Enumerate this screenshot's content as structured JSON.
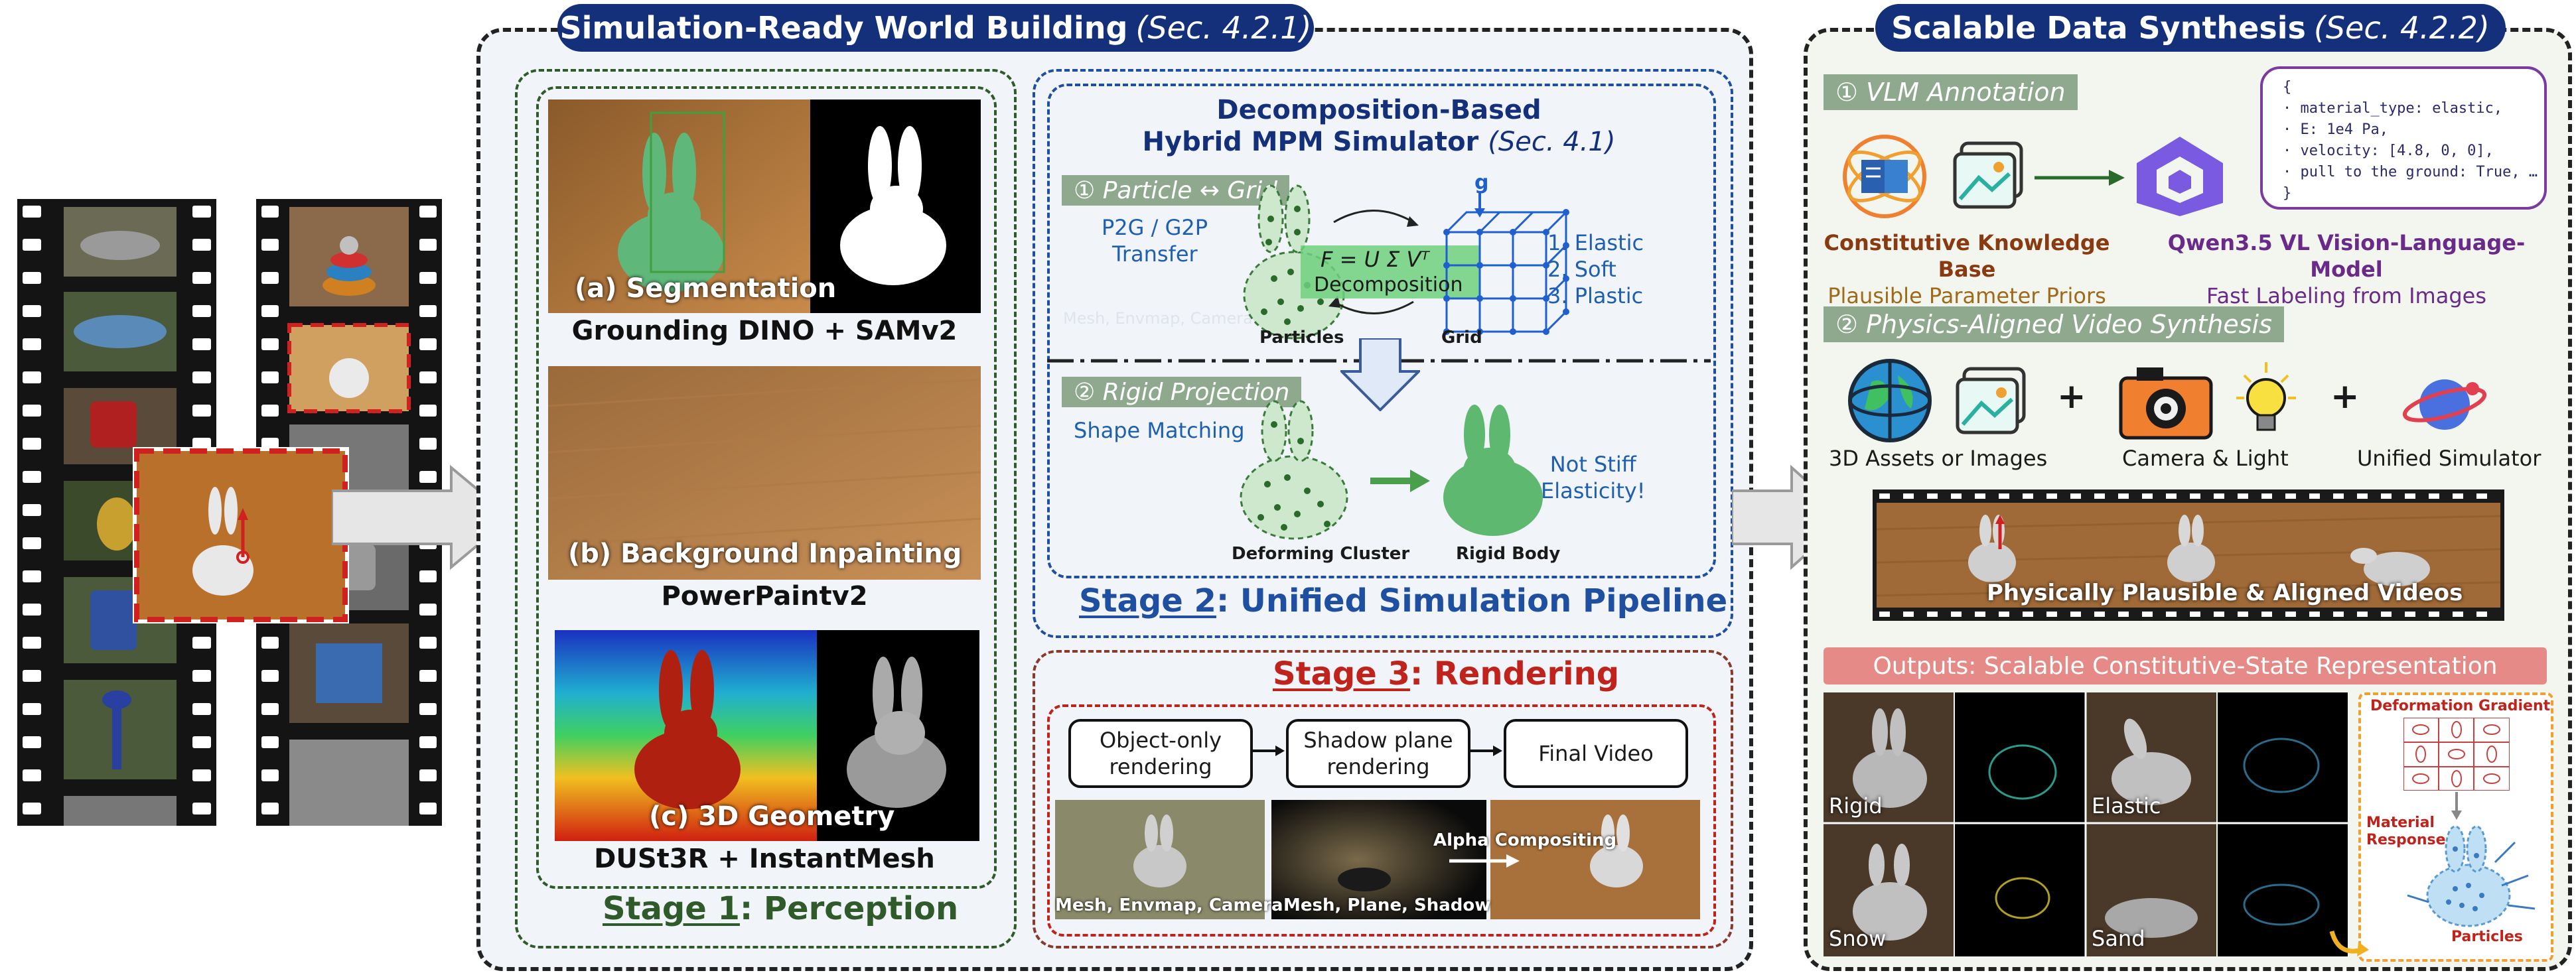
{
  "film": {},
  "panel_world": {
    "title": "Simulation-Ready World Building",
    "section": "(Sec. 4.2.1)",
    "perception": {
      "seg_caption": "(a) Segmentation",
      "seg_tool": "Grounding DINO + SAMv2",
      "bg_caption": "(b) Background Inpainting",
      "bg_tool": "PowerPaintv2",
      "geo_caption": "(c) 3D Geometry",
      "geo_tool": "DUSt3R + InstantMesh",
      "stage_label": "Stage 1",
      "stage_name": ": Perception"
    },
    "simulator": {
      "title_line1": "Decomposition-Based",
      "title_line2": "Hybrid MPM Simulator",
      "title_sec": "(Sec. 4.1)",
      "tag1": "① Particle ↔ Grid",
      "transfer1": "P2G / G2P",
      "transfer2": "Transfer",
      "faded_text": "Mesh, Envmap, Camera",
      "formula": "F = U Σ Vᵀ",
      "decomposition": "Decomposition",
      "g_label": "g",
      "particles": "Particles",
      "grid": "Grid",
      "material_list": [
        "1. Elastic",
        "2. Soft",
        "3. Plastic"
      ],
      "tag2": "② Rigid Projection",
      "shape_matching": "Shape Matching",
      "deforming_cluster": "Deforming Cluster",
      "rigid_body": "Rigid Body",
      "not_stiff1": "Not Stiff",
      "not_stiff2": "Elasticity!",
      "stage_label": "Stage 2",
      "stage_name": ": Unified Simulation Pipeline"
    },
    "rendering": {
      "stage_label": "Stage 3",
      "stage_name": ": Rendering",
      "box1": "Object-only rendering",
      "box2": "Shadow plane rendering",
      "box3": "Final Video",
      "img1": "Mesh, Envmap, Camera",
      "img2": "Mesh, Plane, Shadow",
      "alpha": "Alpha Compositing"
    }
  },
  "panel_data": {
    "title": "Scalable Data Synthesis",
    "section": "(Sec. 4.2.2)",
    "vlm_tag": "① VLM Annotation",
    "kb1": "Constitutive Knowledge Base",
    "kb2": "Plausible Parameter Priors",
    "qwen1": "Qwen3.5 VL Vision-Language-Model",
    "qwen2": "Fast Labeling from Images",
    "json_lines": [
      "{",
      "· material_type: elastic,",
      "· E: 1e4 Pa,",
      "· velocity: [4.8, 0, 0],",
      "· pull to the ground: True, …",
      "}"
    ],
    "phys_tag": "② Physics-Aligned Video Synthesis",
    "assets": "3D Assets or Images",
    "camera": "Camera & Light",
    "simulator": "Unified Simulator",
    "plus": "+",
    "video_caption": "Physically Plausible & Aligned Videos",
    "outputs_tag": "Outputs: Scalable Constitutive-State Representation",
    "grid_labels": [
      "Rigid",
      "Elastic",
      "Snow",
      "Sand"
    ],
    "deform_grad": "Deformation Gradient",
    "material_resp1": "Material",
    "material_resp2": "Response",
    "particles": "Particles"
  },
  "colors": {
    "navy": "#14307a",
    "stage1": "#2f5a2a",
    "stage2": "#1f4fa0",
    "stage3": "#c0231b",
    "purple": "#6a2a8a",
    "brown": "#8a5a1a",
    "outputs_red": "#e07070"
  }
}
